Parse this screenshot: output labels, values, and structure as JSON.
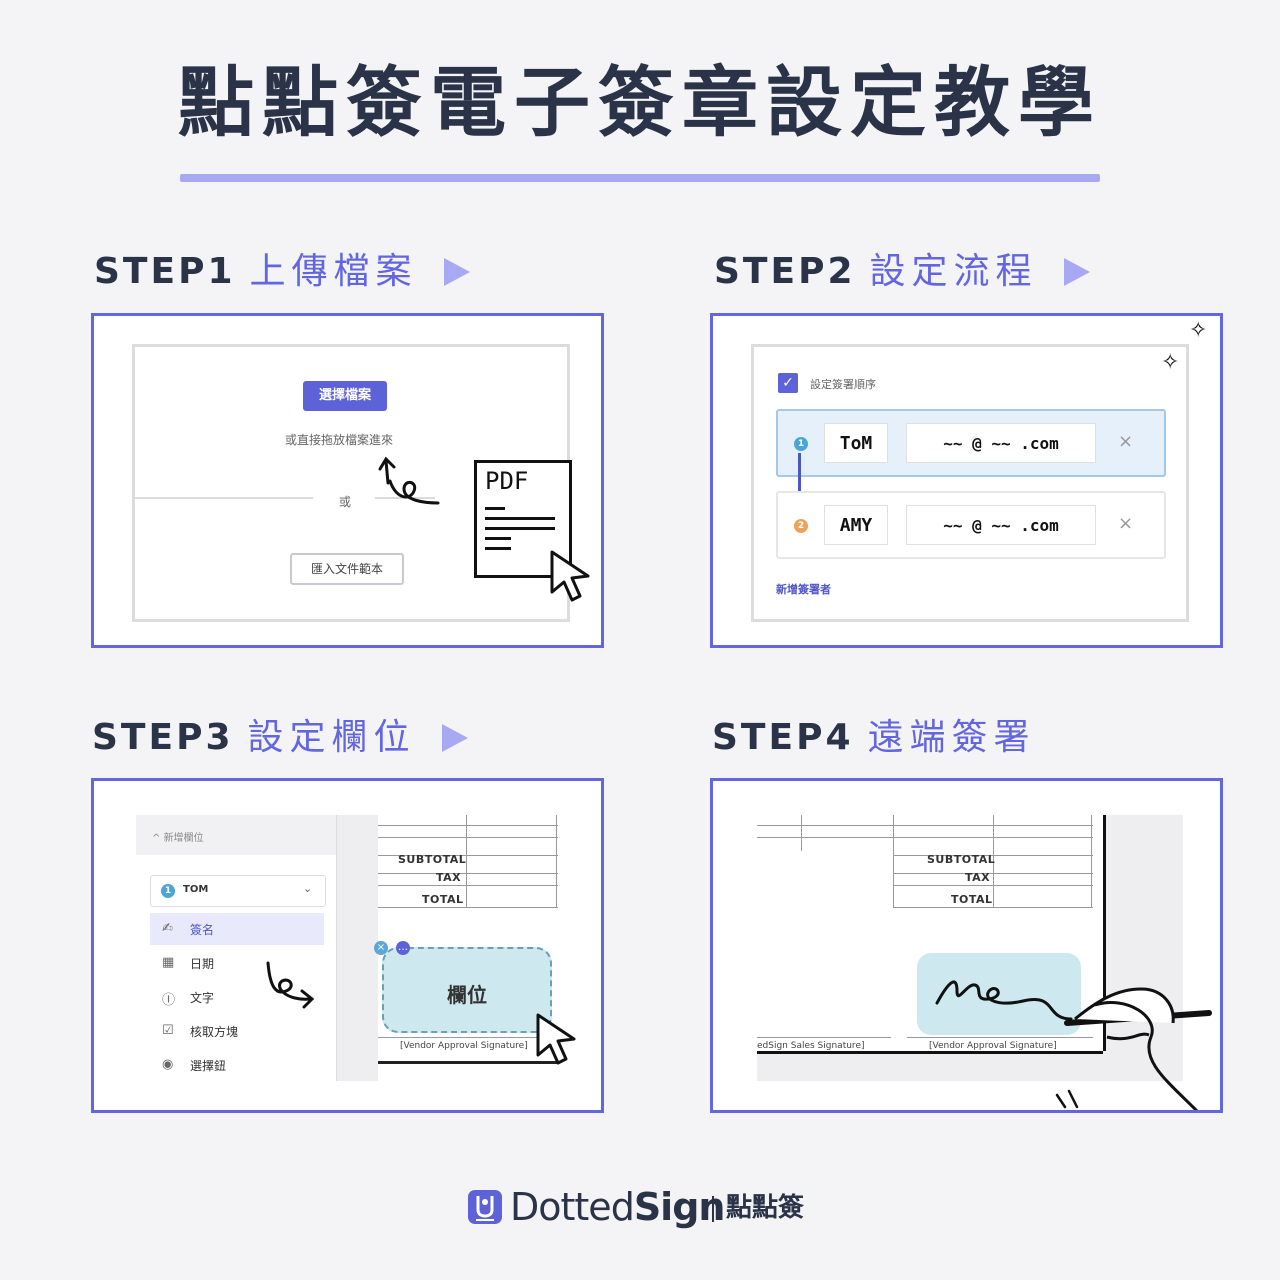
{
  "title": "點點簽電子簽章設定教學",
  "steps": [
    {
      "num": "STEP1",
      "name": "上傳檔案"
    },
    {
      "num": "STEP2",
      "name": "設定流程"
    },
    {
      "num": "STEP3",
      "name": "設定欄位"
    },
    {
      "num": "STEP4",
      "name": "遠端簽署"
    }
  ],
  "step1": {
    "select_button": "選擇檔案",
    "drag_hint": "或直接拖放檔案進來",
    "or_label": "或",
    "template_button": "匯入文件範本",
    "pdf_label": "PDF"
  },
  "step2": {
    "order_label": "設定簽署順序",
    "signers": [
      {
        "order": "1",
        "name": "ToM",
        "email": "~~ @ ~~ .com"
      },
      {
        "order": "2",
        "name": "AMY",
        "email": "~~ @ ~~ .com"
      }
    ],
    "add_signer": "新增簽署者"
  },
  "step3": {
    "section_label": "新增欄位",
    "signer_select": "TOM",
    "signer_order": "1",
    "field_types": [
      {
        "icon": "✍",
        "label": "簽名"
      },
      {
        "icon": "▦",
        "label": "日期"
      },
      {
        "icon": "Ⓘ",
        "label": "文字"
      },
      {
        "icon": "☑",
        "label": "核取方塊"
      },
      {
        "icon": "◉",
        "label": "選擇鈕"
      }
    ],
    "table_rows": [
      "SUBTOTAL",
      "TAX",
      "TOTAL"
    ],
    "field_label": "欄位",
    "vendor_signature": "[Vendor Approval Signature]"
  },
  "step4": {
    "table_rows": [
      "SUBTOTAL",
      "TAX",
      "TOTAL"
    ],
    "sales_signature": "edSign Sales Signature]",
    "vendor_signature": "[Vendor Approval Signature]"
  },
  "footer": {
    "brand_dotted": "Dotted",
    "brand_sign": "Sign",
    "brand_cn": "點點簽"
  },
  "colors": {
    "accent": "#6266e0",
    "accent_light": "#a7a9f2",
    "dark": "#2a3348",
    "field_fill": "#cde9ef"
  }
}
